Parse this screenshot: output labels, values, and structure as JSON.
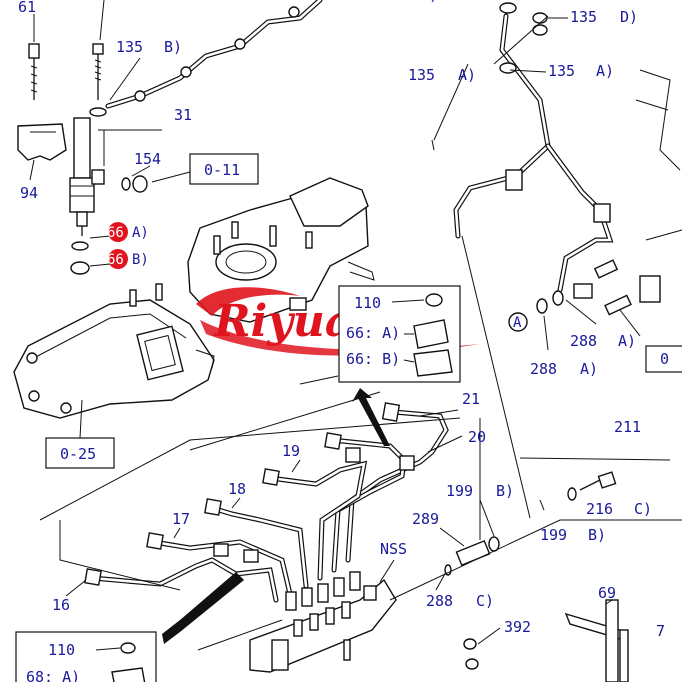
{
  "labels": {
    "l61": "61",
    "l135_top": "135",
    "l135_top_b": "B)",
    "l135_mid_b": "B)",
    "l135_mid": "135",
    "l31": "31",
    "l154": "154",
    "l94": "94",
    "l66a": "A)",
    "l66b": "B)",
    "l66": "66",
    "ref_011": "0-11",
    "ref_025": "0-25",
    "l135_r1": "135",
    "l135_r1_d": "D)",
    "l135_r2": "135",
    "l135_r2_a": "A)",
    "l135_r3": "135",
    "l135_r3_a": "A)",
    "l110_top": "110",
    "l66a_box": "66: A)",
    "l66b_box": "66: B)",
    "l288a": "288",
    "l288a_a": "A)",
    "l288b": "288",
    "l288b_a": "A)",
    "lA": "A",
    "l0_right": "0",
    "l21": "21",
    "l20": "20",
    "l211": "211",
    "l19": "19",
    "l18": "18",
    "l199": "199",
    "l199_b": "B)",
    "l199b": "199",
    "l199b_b": "B)",
    "l216": "216",
    "l216_c": "C)",
    "l17": "17",
    "l289": "289",
    "lnss": "NSS",
    "l16": "16",
    "l288c": "288",
    "l288c_c": "C)",
    "l69": "69",
    "l392": "392",
    "l7": "7",
    "l110_bot": "110",
    "l68a_bot": "68: A)"
  },
  "watermark": {
    "text": "Riyuan",
    "color": "#e0141e"
  }
}
